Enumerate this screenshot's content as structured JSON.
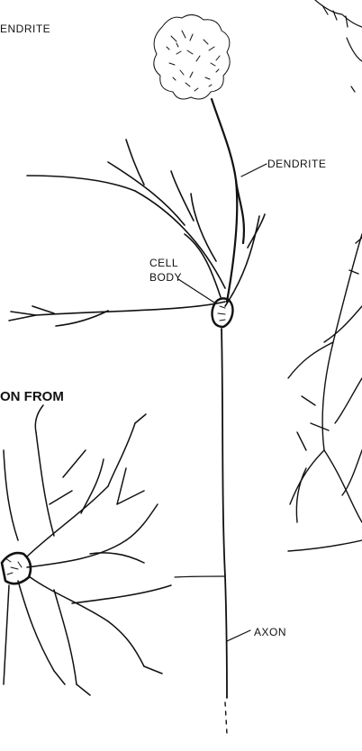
{
  "labels": {
    "dendrite_top_left": "ENDRITE",
    "dendrite": "DENDRITE",
    "cell_body_line1": "CELL",
    "cell_body_line2": "BODY",
    "caption_fragment": "ON FROM",
    "axon": "AXON"
  },
  "colors": {
    "ink": "#111111",
    "background": "#ffffff"
  }
}
